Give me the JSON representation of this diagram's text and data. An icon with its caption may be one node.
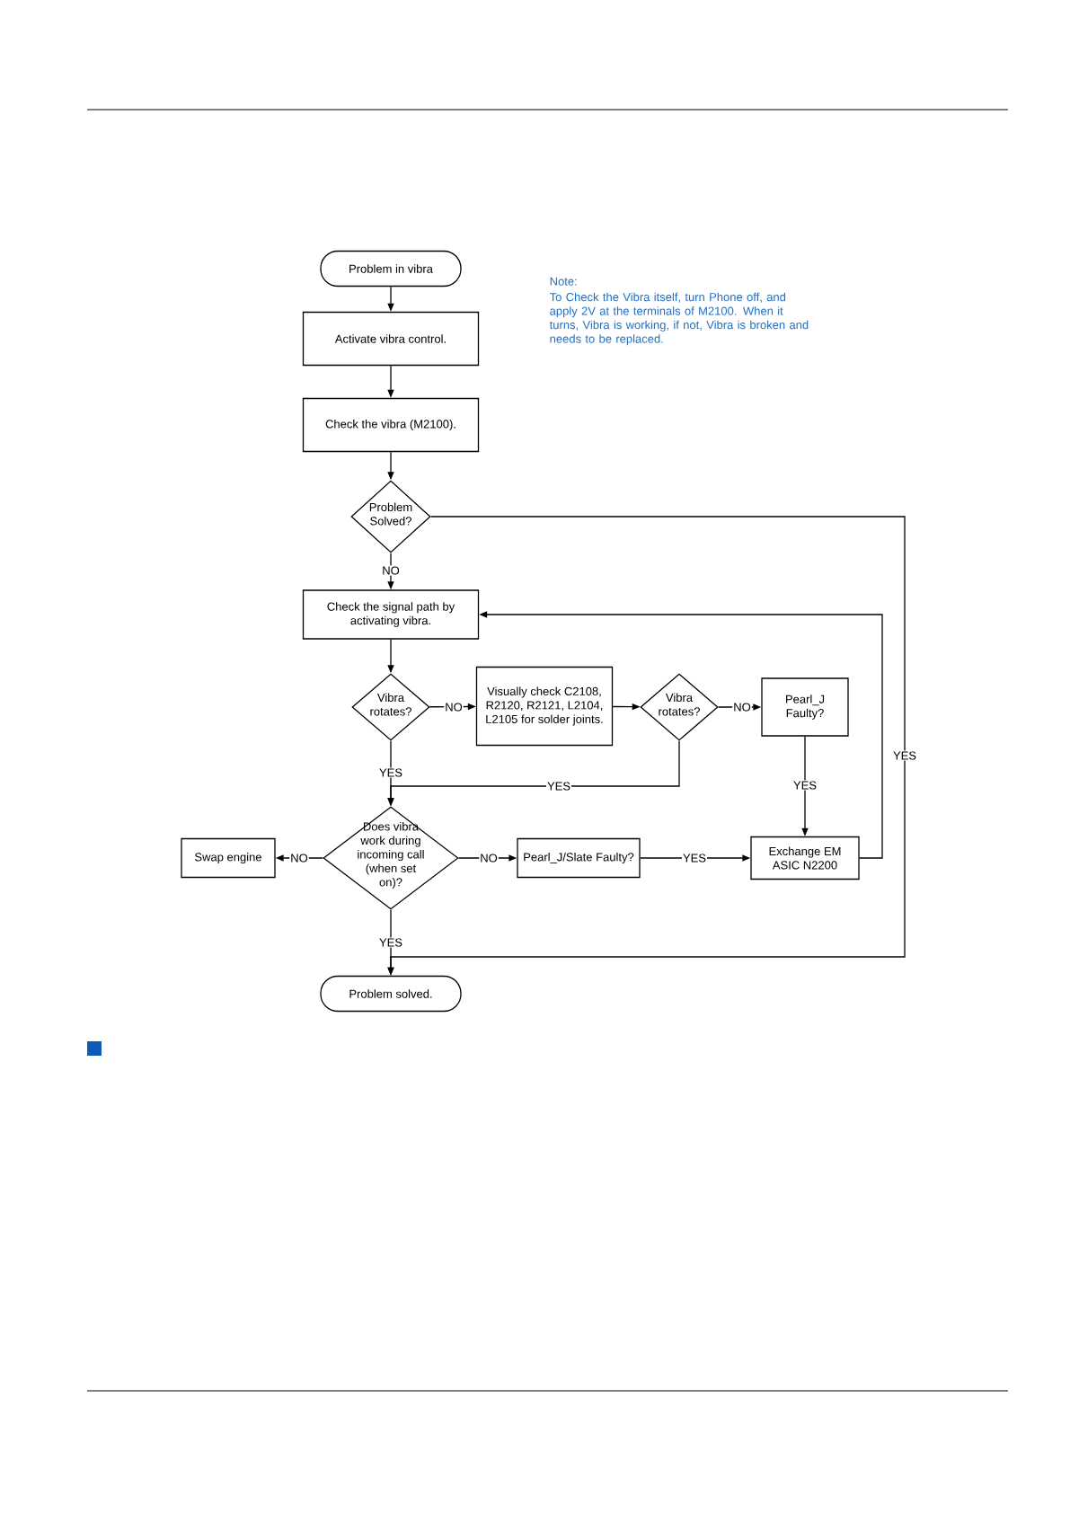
{
  "diagram": {
    "nodes": [
      {
        "text": [
          "Problem in vibra"
        ]
      },
      {
        "text": [
          "Activate vibra control."
        ]
      },
      {
        "text": [
          "Check the vibra (M2100)."
        ]
      },
      {
        "text": [
          "Problem Solved?"
        ]
      },
      {
        "text": [
          "Check the signal path by activating vibra."
        ]
      },
      {
        "text": [
          "Vibra rotates?"
        ]
      },
      {
        "text": [
          "Visually check C2108, R2120, R2121, L2104, L2105 for solder joints."
        ]
      },
      {
        "text": [
          "Vibra rotates?"
        ]
      },
      {
        "text": [
          "Pearl_J Faulty?"
        ]
      },
      {
        "text": [
          "Does vibra work during incoming call (when set on)?"
        ]
      },
      {
        "text": [
          "Swap engine"
        ]
      },
      {
        "text": [
          "Pearl_J/Slate Faulty?"
        ]
      },
      {
        "text": [
          "Exchange EM ASIC N2200"
        ]
      },
      {
        "text": [
          "Problem solved."
        ]
      }
    ],
    "edges": [
      {
        "from": 0,
        "to": 1,
        "arrow": "to"
      },
      {
        "from": 1,
        "to": 2,
        "arrow": "to"
      },
      {
        "from": 2,
        "to": 3,
        "arrow": "to"
      },
      {
        "from": 3,
        "to": 4,
        "arrow": "to",
        "label": "NO"
      },
      {
        "from": 3,
        "to": 13,
        "arrow": "to",
        "label": "YES"
      },
      {
        "from": 4,
        "to": 5,
        "arrow": "to"
      },
      {
        "from": 5,
        "to": 6,
        "arrow": "to",
        "label": "NO"
      },
      {
        "from": 6,
        "to": 7,
        "arrow": "to"
      },
      {
        "from": 7,
        "to": 8,
        "arrow": "to",
        "label": "NO"
      },
      {
        "from": 5,
        "to": 9,
        "arrow": "to",
        "label": "YES"
      },
      {
        "from": 7,
        "to": 9,
        "arrow": "to",
        "label": "YES"
      },
      {
        "from": 8,
        "to": 12,
        "arrow": "to",
        "label": "YES"
      },
      {
        "from": 9,
        "to": 10,
        "arrow": "to",
        "label": "NO"
      },
      {
        "from": 9,
        "to": 11,
        "arrow": "to",
        "label": "NO"
      },
      {
        "from": 11,
        "to": 12,
        "arrow": "to",
        "label": "YES"
      },
      {
        "from": 12,
        "to": 4,
        "arrow": "to"
      },
      {
        "from": 9,
        "to": 13,
        "arrow": "to",
        "label": "YES"
      }
    ],
    "labels": [
      "Note:",
      "To Check the Vibra itself, turn Phone off, and apply 2V at the terminals of M2100. When it turns, Vibra is working, if not, Vibra is broken and needs to be replaced."
    ]
  }
}
